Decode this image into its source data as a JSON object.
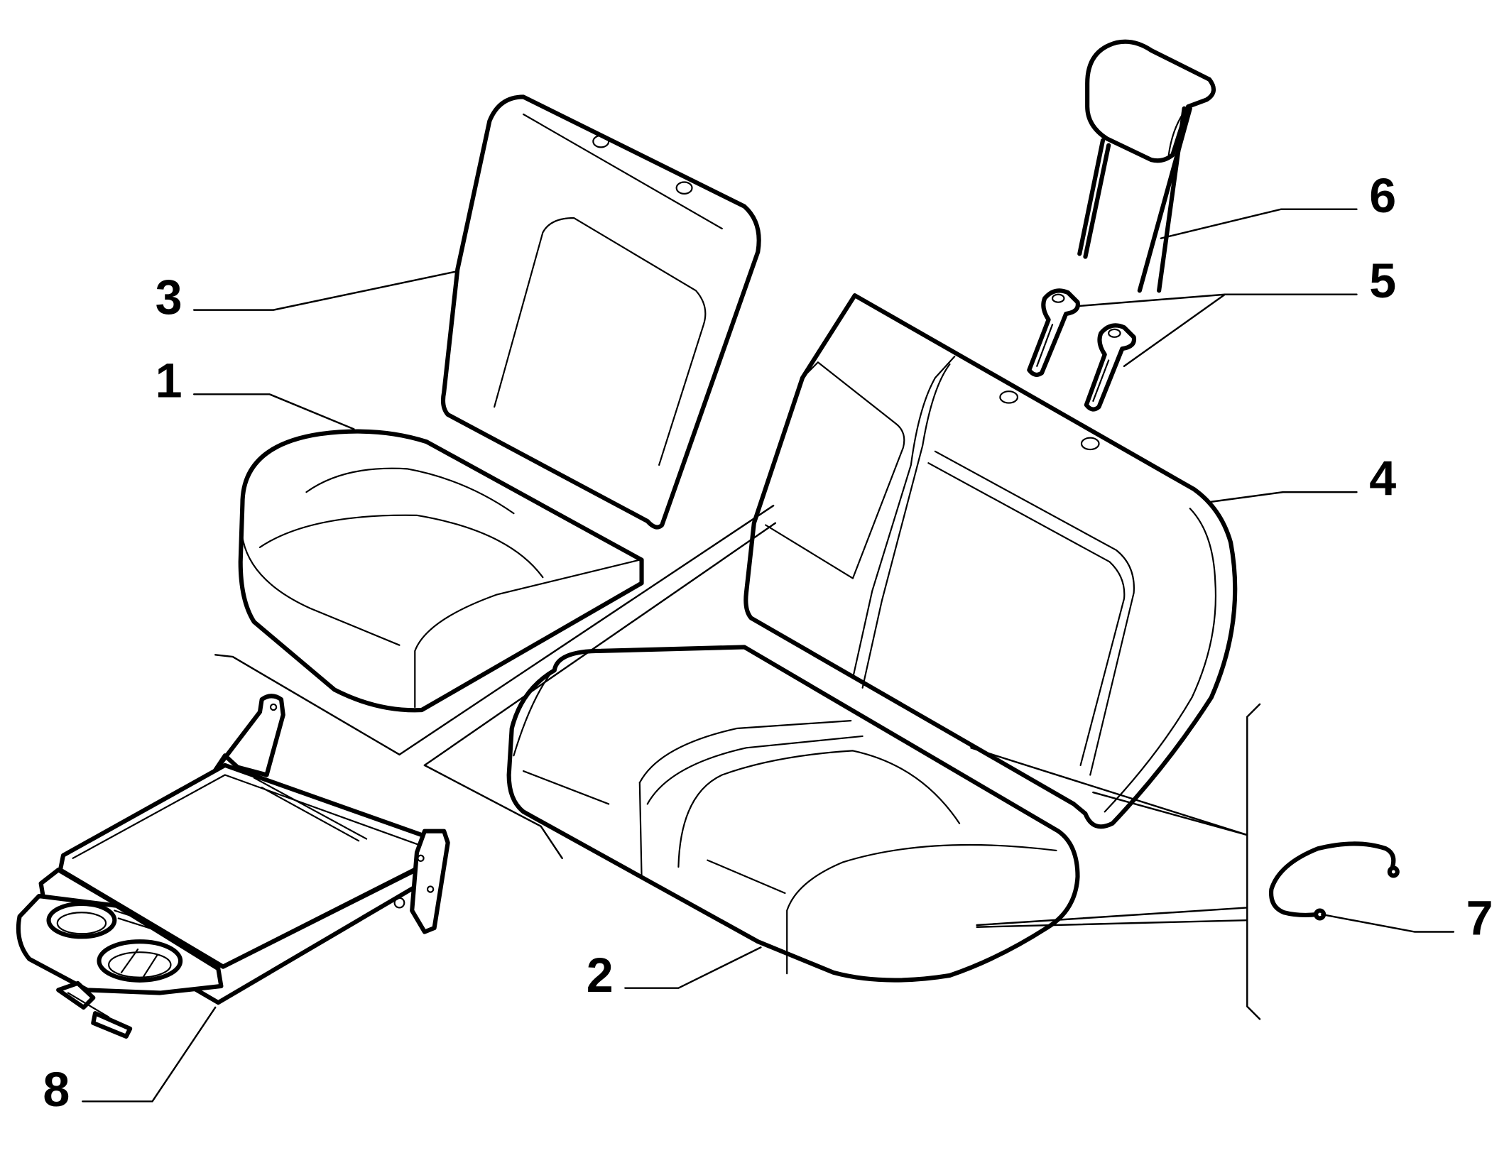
{
  "colors": {
    "line": "#000000",
    "background": "#ffffff"
  },
  "parts": [
    {
      "id": "seat-cushion-single",
      "number": "1"
    },
    {
      "id": "seat-cushion-double",
      "number": "2"
    },
    {
      "id": "backrest-single",
      "number": "3"
    },
    {
      "id": "backrest-double",
      "number": "4"
    },
    {
      "id": "headrest-guide",
      "number": "5"
    },
    {
      "id": "headrest",
      "number": "6"
    },
    {
      "id": "hook-clip",
      "number": "7"
    },
    {
      "id": "armrest-cupholder",
      "number": "8"
    }
  ]
}
